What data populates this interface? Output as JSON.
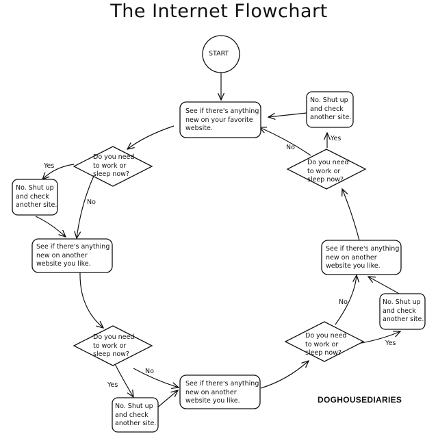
{
  "title": "The Internet Flowchart",
  "credit": "DOGHOUSEDIARIES",
  "nodes": {
    "start": {
      "text": [
        "START"
      ]
    },
    "check_favorite": {
      "text": [
        "See if there's anything",
        "new on your favorite",
        "website."
      ]
    },
    "decision_1": {
      "text": [
        "Do you need",
        "to work or",
        "sleep now?"
      ]
    },
    "shut_up_1": {
      "text": [
        "No. Shut up",
        "and check",
        "another site."
      ]
    },
    "check_other_1": {
      "text": [
        "See if there's anything",
        "new on another",
        "website you like."
      ]
    },
    "decision_2": {
      "text": [
        "Do you need",
        "to work or",
        "sleep now?"
      ]
    },
    "shut_up_2": {
      "text": [
        "No. Shut up",
        "and check",
        "another site."
      ]
    },
    "check_other_2": {
      "text": [
        "See if there's anything",
        "new on another",
        "website you like."
      ]
    },
    "decision_3": {
      "text": [
        "Do you need",
        "to work or",
        "sleep now?"
      ]
    },
    "shut_up_3": {
      "text": [
        "No. Shut up",
        "and check",
        "another site."
      ]
    },
    "check_other_3": {
      "text": [
        "See if there's anything",
        "new on another",
        "website you like."
      ]
    },
    "decision_4": {
      "text": [
        "Do you need",
        "to work or",
        "sleep now?"
      ]
    },
    "shut_up_4": {
      "text": [
        "No. Shut up",
        "and check",
        "another site."
      ]
    }
  },
  "edge_labels": {
    "yes_1": "Yes",
    "no_1": "No",
    "yes_2": "Yes",
    "no_2": "No",
    "no_3": "No",
    "yes_3": "Yes",
    "yes_4": "Yes",
    "no_4": "No"
  }
}
